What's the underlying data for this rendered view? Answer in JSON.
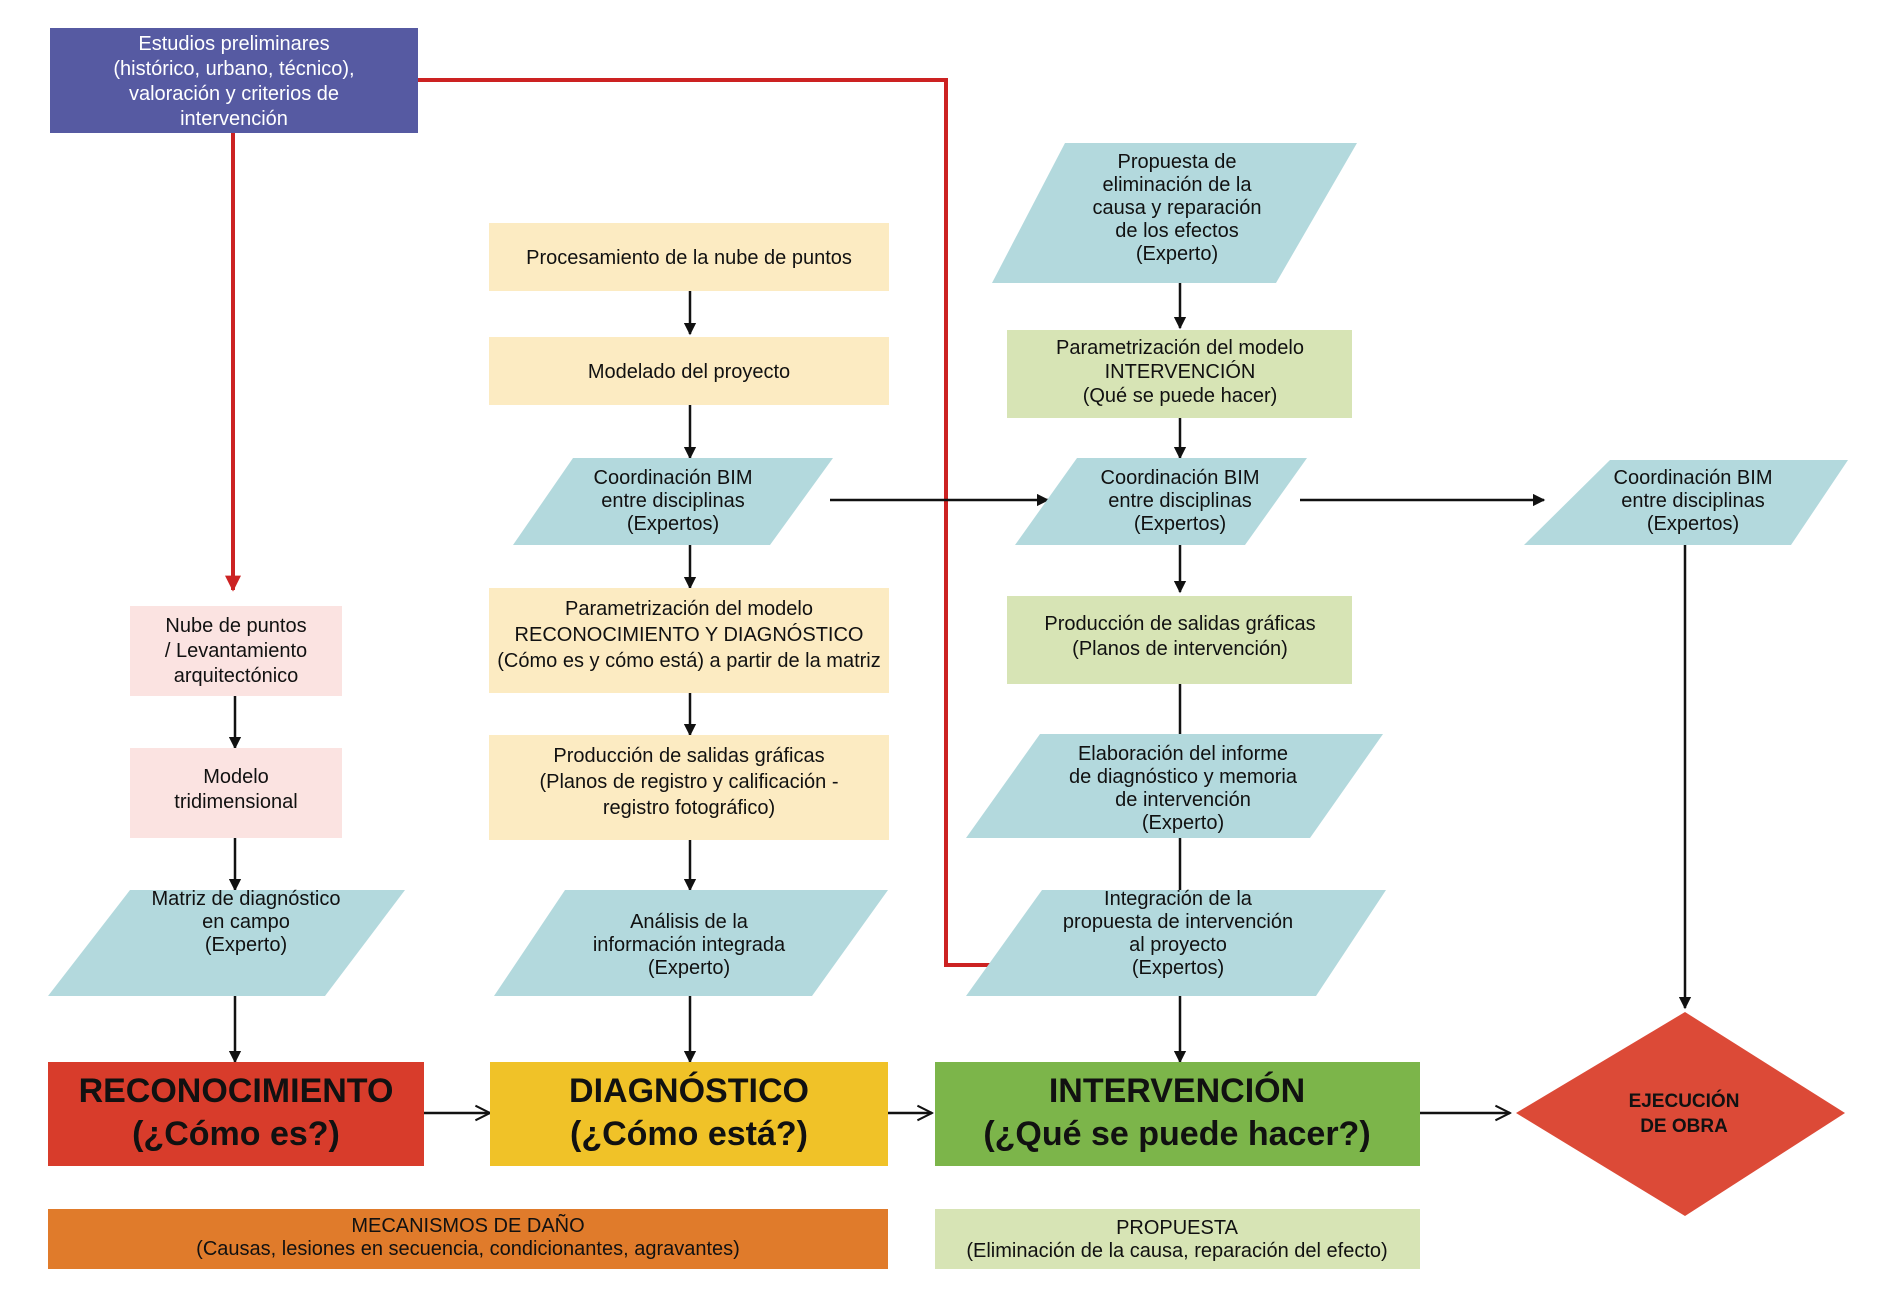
{
  "colors": {
    "purple": "#565aa2",
    "pink": "#fbe3e1",
    "yellow_light": "#fcebc2",
    "green_light": "#d7e4b5",
    "blue_light": "#b3d9dd",
    "red": "#d83c2b",
    "yellow": "#f0c228",
    "green": "#7cb54a",
    "orange": "#e07b2b",
    "diamond": "#dc4a37",
    "red_line": "#cc2222"
  },
  "nodes": {
    "estudios": [
      "Estudios preliminares",
      "(histórico, urbano, técnico),",
      "valoración y criterios de",
      "intervención"
    ],
    "nube": [
      "Nube de puntos",
      "/ Levantamiento",
      "arquitectónico"
    ],
    "modelo3d": [
      "Modelo",
      "tridimensional"
    ],
    "matriz": [
      "Matriz de diagnóstico",
      "en campo",
      "(Experto)"
    ],
    "procesamiento": [
      "Procesamiento de la nube de puntos"
    ],
    "modelado": [
      "Modelado del proyecto"
    ],
    "coord1": [
      "Coordinación BIM",
      "entre disciplinas",
      "(Expertos)"
    ],
    "param_rd": [
      "Parametrización del modelo",
      "RECONOCIMIENTO Y DIAGNÓSTICO",
      "(Cómo es y cómo está) a partir de la matriz"
    ],
    "produccion1": [
      "Producción de salidas gráficas",
      "(Planos de registro y calificación -",
      "registro fotográfico)"
    ],
    "analisis": [
      "Análisis de la",
      "información integrada",
      "(Experto)"
    ],
    "propuesta_elim": [
      "Propuesta de",
      "eliminación de la",
      "causa y reparación",
      "de los efectos",
      "(Experto)"
    ],
    "param_int": [
      "Parametrización del modelo",
      "INTERVENCIÓN",
      "(Qué se puede hacer)"
    ],
    "coord2": [
      "Coordinación BIM",
      "entre disciplinas",
      "(Expertos)"
    ],
    "produccion2": [
      "Producción de salidas gráficas",
      "(Planos de intervención)"
    ],
    "elaboracion": [
      "Elaboración del informe",
      "de diagnóstico y memoria",
      "de intervención",
      "(Experto)"
    ],
    "integracion": [
      "Integración de la",
      "propuesta de intervención",
      "al proyecto",
      "(Expertos)"
    ],
    "coord3": [
      "Coordinación BIM",
      "entre disciplinas",
      "(Expertos)"
    ],
    "reconocimiento": [
      "RECONOCIMIENTO",
      "(¿Cómo es?)"
    ],
    "diagnostico": [
      "DIAGNÓSTICO",
      "(¿Cómo está?)"
    ],
    "intervencion": [
      "INTERVENCIÓN",
      "(¿Qué se puede hacer?)"
    ],
    "ejecucion": [
      "EJECUCIÓN",
      "DE OBRA"
    ],
    "mecanismos": [
      "MECANISMOS DE DAÑO",
      "(Causas, lesiones en secuencia, condicionantes, agravantes)"
    ],
    "propuesta": [
      "PROPUESTA",
      "(Eliminación de la causa, reparación del efecto)"
    ]
  }
}
